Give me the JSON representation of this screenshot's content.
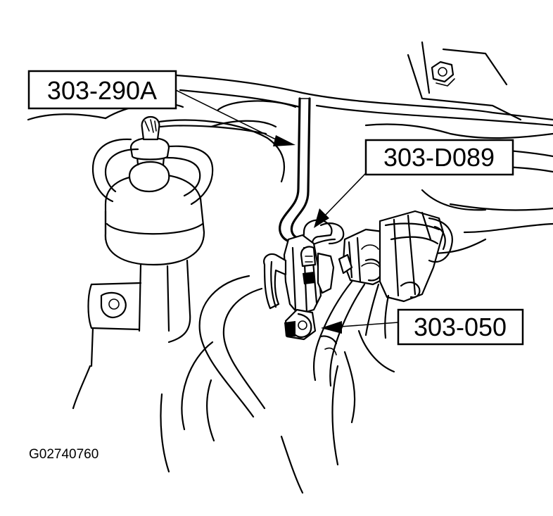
{
  "callouts": [
    {
      "id": "tool-303-290A",
      "text": "303-290A"
    },
    {
      "id": "tool-303-D089",
      "text": "303-D089"
    },
    {
      "id": "tool-303-050",
      "text": "303-050"
    }
  ],
  "figure_id": "G02740760",
  "colors": {
    "ink": "#000000",
    "paper": "#ffffff"
  }
}
